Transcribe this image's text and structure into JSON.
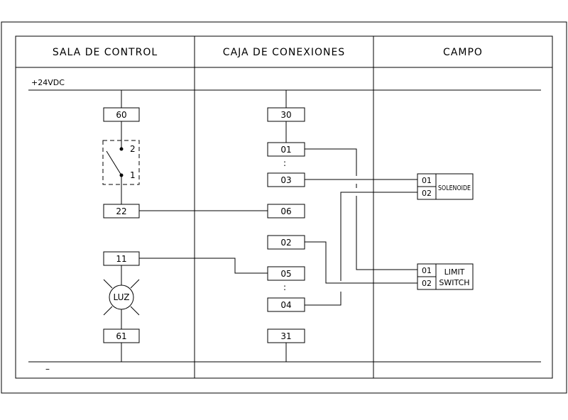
{
  "headers": {
    "control_room": "SALA DE CONTROL",
    "junction_box": "CAJA DE CONEXIONES",
    "field": "CAMPO"
  },
  "rails": {
    "positive": "+24VDC",
    "negative": "–"
  },
  "control_room": {
    "terminal_top": "60",
    "switch_contact_a": "2",
    "switch_contact_b": "1",
    "terminal_mid": "22",
    "terminal_lamp_in": "11",
    "lamp_label": "LUZ",
    "terminal_bottom": "61"
  },
  "junction_box": {
    "t30": "30",
    "t01": "01",
    "t03": "03",
    "t06": "06",
    "t02": "02",
    "t05": "05",
    "t04": "04",
    "t31": "31",
    "ellipsis": ":"
  },
  "field": {
    "solenoid": {
      "label": "SOLENOIDE",
      "t1": "01",
      "t2": "02"
    },
    "limit_switch": {
      "label_line1": "LIMIT",
      "label_line2": "SWITCH",
      "t1": "01",
      "t2": "02"
    }
  }
}
